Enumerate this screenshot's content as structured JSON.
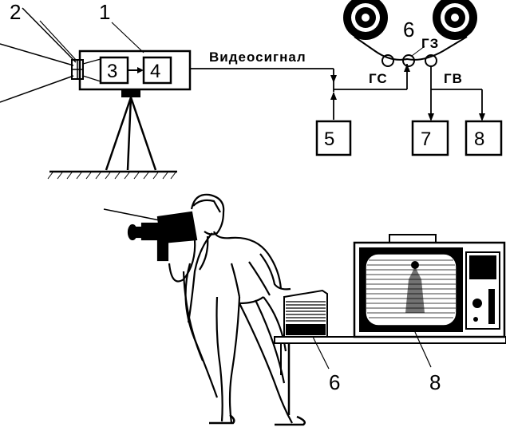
{
  "labels": {
    "n1": "1",
    "n2": "2",
    "n3": "3",
    "n4": "4",
    "n5": "5",
    "n6_top": "6",
    "n7": "7",
    "n8_top": "8",
    "n6_bottom": "6",
    "n8_bottom": "8",
    "video_signal": "Видеосигнал",
    "gs": "ГС",
    "gz": "ГЗ",
    "gv": "ГВ"
  },
  "icons": [
    "camera-icon",
    "tripod-icon",
    "tape-reel-icon",
    "tv-icon",
    "person-with-camera-icon",
    "recorder-icon"
  ]
}
